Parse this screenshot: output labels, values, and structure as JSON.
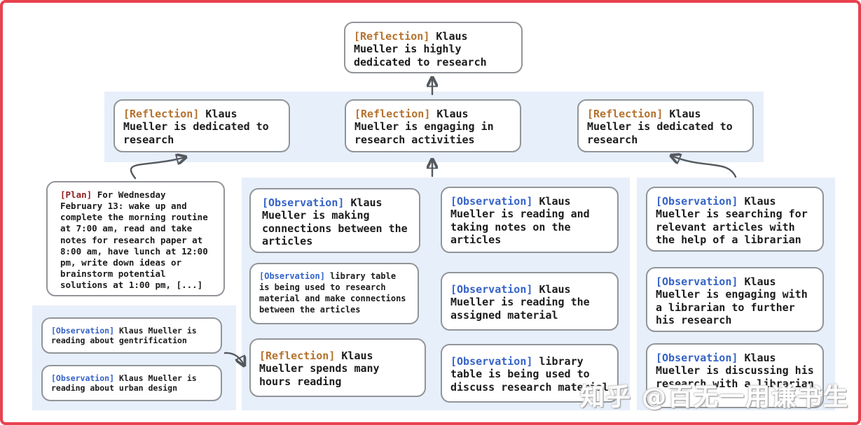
{
  "colors": {
    "frame_border": "#e8414f",
    "band_bg": "#e7effa",
    "box_border": "#919599",
    "reflection_tag": "#b5722d",
    "observation_tag": "#3563c7",
    "plan_tag": "#8e1f1f",
    "arrow": "#54595e"
  },
  "watermark": {
    "text": "知乎 @百无一用谦书生"
  },
  "nodes": {
    "top": {
      "tag": "[Reflection]",
      "text": "Klaus Mueller is highly dedicated to research"
    },
    "row2_left": {
      "tag": "[Reflection]",
      "text": "Klaus Mueller is dedicated to research"
    },
    "row2_center": {
      "tag": "[Reflection]",
      "text": "Klaus Mueller is engaging in research activities"
    },
    "row2_right": {
      "tag": "[Reflection]",
      "text": "Klaus Mueller is dedicated to research"
    },
    "plan": {
      "tag": "[Plan]",
      "text": "For Wednesday February 13: wake up and complete the morning routine at 7:00 am, read and take notes for research paper at 8:00 am, have lunch at 12:00 pm, write down ideas or brainstorm potential solutions at 1:00 pm, [...]"
    },
    "obs_gentrification": {
      "tag": "[Observation]",
      "text": "Klaus Mueller is reading about gentrification"
    },
    "obs_urban_design": {
      "tag": "[Observation]",
      "text": "Klaus Mueller is reading about urban design"
    },
    "obs_connections": {
      "tag": "[Observation]",
      "text": "Klaus Mueller is making connections between the articles"
    },
    "obs_library_research": {
      "tag": "[Observation]",
      "text": "library table is being used to research material and make connections between the articles"
    },
    "refl_hours_reading": {
      "tag": "[Reflection]",
      "text": "Klaus Mueller spends many hours reading"
    },
    "obs_taking_notes": {
      "tag": "[Observation]",
      "text": "Klaus Mueller is reading and taking notes on the articles"
    },
    "obs_assigned_material": {
      "tag": "[Observation]",
      "text": "Klaus Mueller is reading the assigned material"
    },
    "obs_library_discuss": {
      "tag": "[Observation]",
      "text": "library table is being used to discuss research material"
    },
    "obs_searching_articles": {
      "tag": "[Observation]",
      "text": "Klaus Mueller is searching for relevant articles with the help of a librarian"
    },
    "obs_engaging_librarian": {
      "tag": "[Observation]",
      "text": "Klaus Mueller is engaging with a librarian to further his research"
    },
    "obs_discussing_librarian": {
      "tag": "[Observation]",
      "text": "Klaus Mueller is discussing his research with a librarian"
    }
  }
}
